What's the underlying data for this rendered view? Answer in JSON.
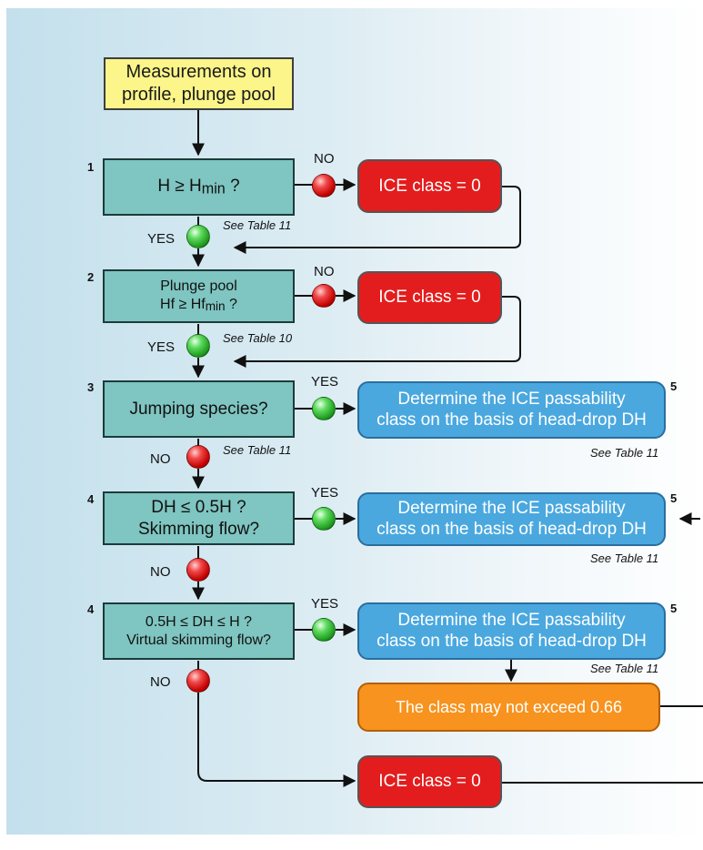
{
  "start": {
    "line1": "Measurements on",
    "line2": "profile, plunge pool"
  },
  "steps": [
    {
      "number": "1",
      "text": "H ≥ H",
      "sub": "min",
      "suffix": " ?",
      "yes_label": "YES",
      "no_label": "NO",
      "ref": "See Table 11"
    },
    {
      "number": "2",
      "line1": "Plunge pool",
      "line2": "Hf ≥ Hf",
      "sub": "min",
      "suffix": " ?",
      "yes_label": "YES",
      "no_label": "NO",
      "ref": "See Table 10"
    },
    {
      "number": "3",
      "text": "Jumping species?",
      "yes_label": "YES",
      "no_label": "NO",
      "ref": "See Table 11"
    },
    {
      "number": "4",
      "line1": "DH ≤ 0.5H ?",
      "line2": "Skimming flow?",
      "yes_label": "YES",
      "no_label": "NO"
    },
    {
      "number": "4",
      "line1": "0.5H ≤ DH ≤ H ?",
      "line2": "Virtual skimming flow?",
      "yes_label": "YES",
      "no_label": "NO"
    }
  ],
  "outcomes": {
    "ice_class_zero": "ICE class = 0",
    "determine_line1": "Determine the ICE passability",
    "determine_line2": "class on the basis of head-drop DH",
    "determine_number": "5",
    "determine_ref": "See Table 11",
    "max_class": "The class may not exceed 0.66"
  },
  "colors": {
    "start": "#fbf58a",
    "decision": "#7fc5c1",
    "fail": "#e31d1d",
    "determine": "#4aa8df",
    "limit": "#f7931e",
    "yes_ball": "#2fb52f",
    "no_ball": "#d81010"
  }
}
